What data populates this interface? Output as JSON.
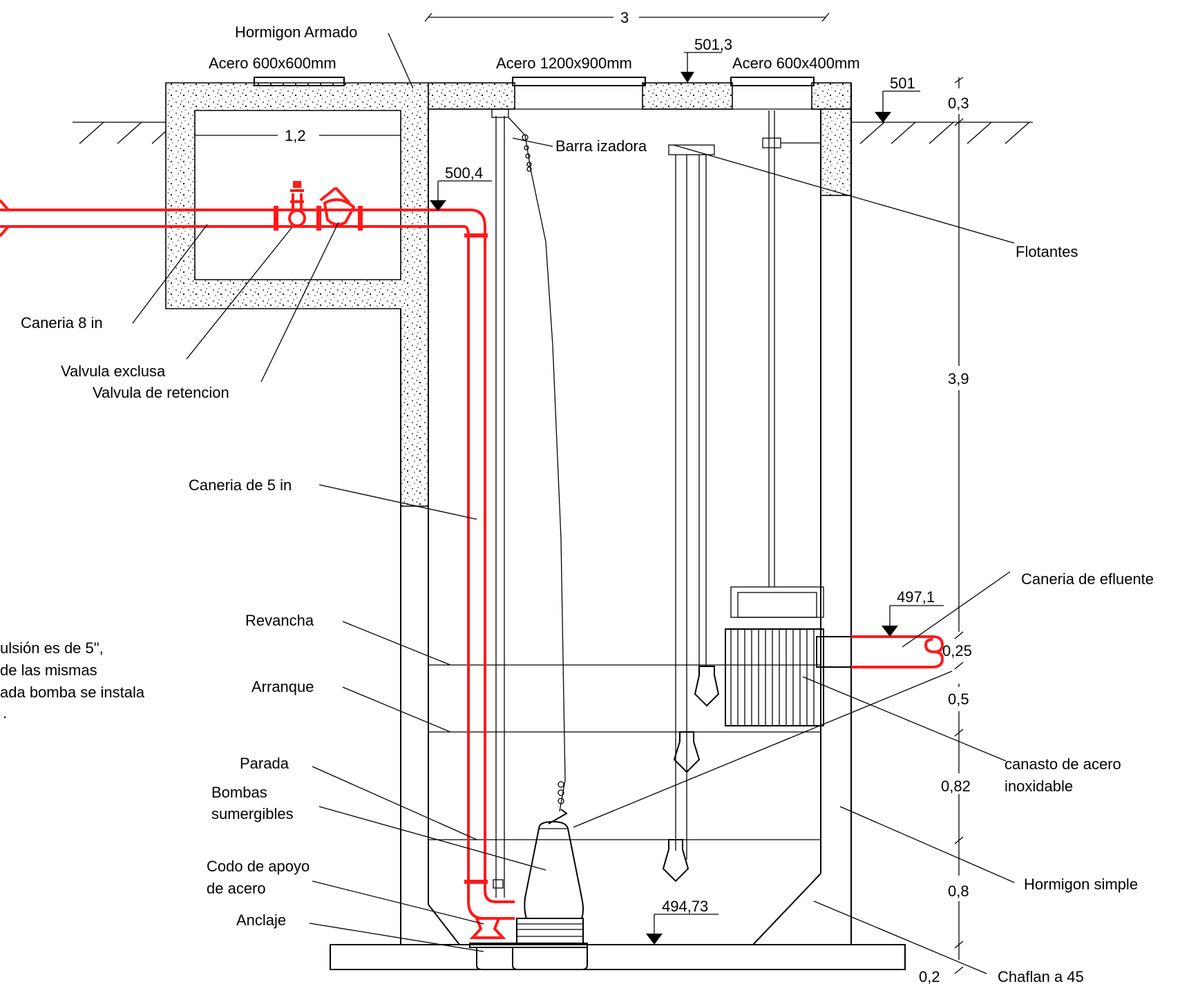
{
  "labels": {
    "hormigon_armado": "Hormigon Armado",
    "acero_600x600": "Acero 600x600mm",
    "acero_1200x900": "Acero 1200x900mm",
    "acero_600x400": "Acero 600x400mm",
    "barra_izadora": "Barra izadora",
    "flotantes": "Flotantes",
    "caneria_8in": "Caneria 8 in",
    "valvula_exclusa": "Valvula exclusa",
    "valvula_retencion": "Valvula de retencion",
    "caneria_5in": "Caneria de 5 in",
    "caneria_efluente": "Caneria de efluente",
    "revancha": "Revancha",
    "arranque": "Arranque",
    "parada": "Parada",
    "bombas_line1": "Bombas",
    "bombas_line2": "sumergibles",
    "codo_line1": "Codo de apoyo",
    "codo_line2": "de acero",
    "anclaje": "Anclaje",
    "canasto_line1": "canasto de acero",
    "canasto_line2": "inoxidable",
    "hormigon_simple": "Hormigon simple",
    "chaflan": "Chaflan a 45"
  },
  "note_lines": [
    "ulsión es de 5\",",
    "de las mismas",
    "ada bomba se instala",
    "."
  ],
  "levels": {
    "cover": "501,3",
    "ground": "501",
    "pipe_inlet": "500,4",
    "effluent": "497,1",
    "bottom": "494,73"
  },
  "dimensions": {
    "width_total": "3",
    "width_chamber": "1,2",
    "slab": "0,3",
    "depth": "3,9",
    "pipe": "0,25",
    "revancha": "0,5",
    "arranque": "0,82",
    "parada": "0,8",
    "base": "0,2"
  },
  "colors": {
    "pipe": "#ff1a1a",
    "lines": "#000000",
    "background": "#ffffff"
  },
  "icons": {
    "level_marker": "down-triangle-icon",
    "float_switch": "float-bulb-icon",
    "pump": "submersible-pump-icon",
    "gate_valve": "gate-valve-icon",
    "check_valve": "check-valve-icon"
  }
}
